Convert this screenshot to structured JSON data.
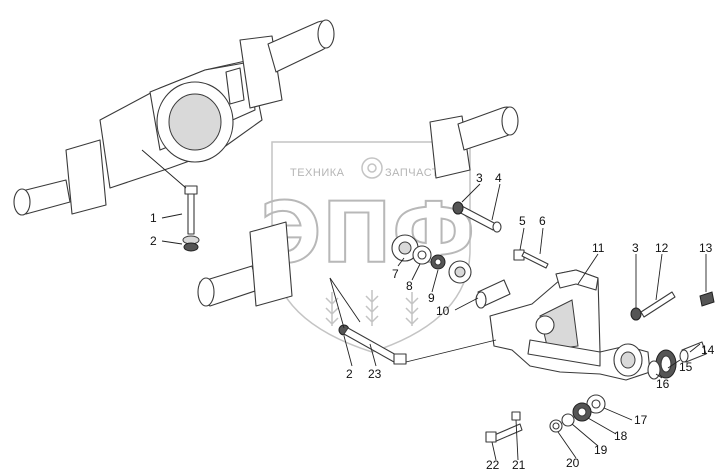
{
  "watermark": {
    "top_left": "ТЕХНИКА",
    "top_right": "ЗАПЧАСТИ",
    "letters": "ЭПФ",
    "icon": "gear-icon"
  },
  "callouts": [
    "1",
    "2",
    "3",
    "4",
    "5",
    "6",
    "7",
    "8",
    "9",
    "10",
    "11",
    "3",
    "12",
    "13",
    "14",
    "15",
    "16",
    "17",
    "18",
    "19",
    "20",
    "21",
    "22",
    "2",
    "23"
  ]
}
